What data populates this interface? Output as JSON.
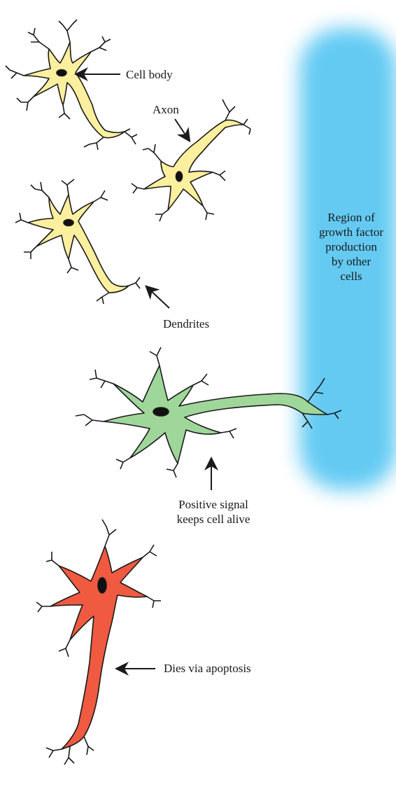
{
  "labels": {
    "cell_body": "Cell body",
    "axon": "Axon",
    "dendrites": "Dendrites",
    "positive_signal_line1": "Positive signal",
    "positive_signal_line2": "keeps cell alive",
    "dies": "Dies via apoptosis"
  },
  "region": {
    "lines": [
      "Region of",
      "growth factor",
      "production",
      "by other",
      "cells"
    ],
    "color": "#5cc8f2"
  },
  "colors": {
    "neuron_default": "#fcef9e",
    "neuron_survives": "#9fd79a",
    "neuron_dies": "#ef5a40",
    "outline": "#1a1a1a",
    "nucleus": "#111111"
  }
}
